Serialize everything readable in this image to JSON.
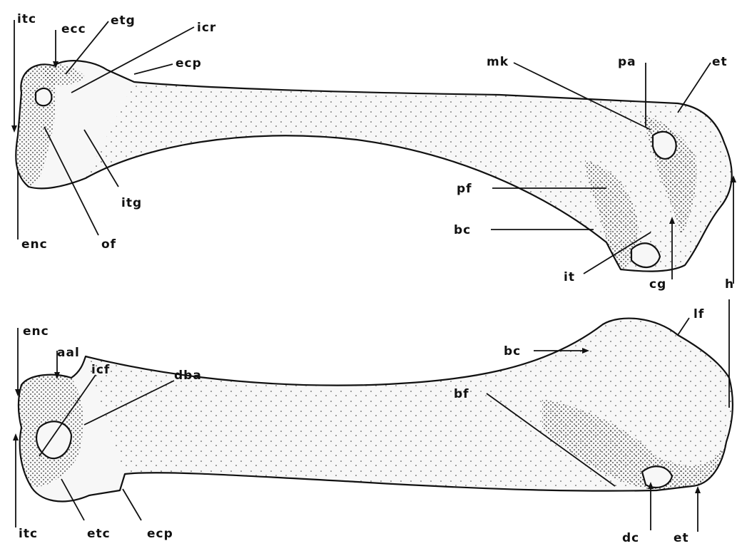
{
  "labels": {
    "top": {
      "itc": "itc",
      "ecc": "ecc",
      "etg": "etg",
      "icr": "icr",
      "ecp": "ecp",
      "enc": "enc",
      "of": "of",
      "itg": "itg",
      "mk": "mk",
      "pa": "pa",
      "et": "et",
      "pf": "pf",
      "bc": "bc",
      "it": "it",
      "cg": "cg",
      "h": "h"
    },
    "bottom": {
      "enc": "enc",
      "aal": "aal",
      "icf": "icf",
      "dba": "dba",
      "itc": "itc",
      "etc": "etc",
      "ecp": "ecp",
      "bc": "bc",
      "lf": "lf",
      "bf": "bf",
      "dc": "dc",
      "et": "et"
    }
  }
}
